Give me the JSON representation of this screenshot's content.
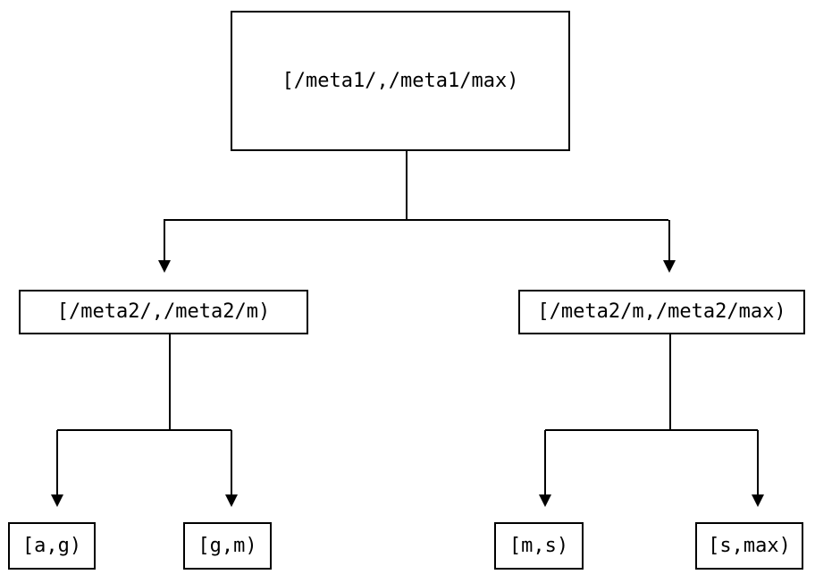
{
  "diagram": {
    "type": "tree",
    "title": "",
    "orientation": "top-down",
    "colors": {
      "background": "#ffffff",
      "stroke": "#000000",
      "node_fill": "#ffffff",
      "text": "#000000"
    },
    "nodes": {
      "root": {
        "id": "root",
        "label": "[/meta1/,/meta1/max)",
        "level": 0
      },
      "mid_left": {
        "id": "mid-left",
        "label": "[/meta2/,/meta2/m)",
        "level": 1
      },
      "mid_right": {
        "id": "mid-right",
        "label": "[/meta2/m,/meta2/max)",
        "level": 1
      },
      "leaf_1": {
        "id": "leaf-a-g",
        "label": "[a,g)",
        "level": 2
      },
      "leaf_2": {
        "id": "leaf-g-m",
        "label": "[g,m)",
        "level": 2
      },
      "leaf_3": {
        "id": "leaf-m-s",
        "label": "[m,s)",
        "level": 2
      },
      "leaf_4": {
        "id": "leaf-s-max",
        "label": "[s,max)",
        "level": 2
      }
    },
    "edges": [
      {
        "from": "root",
        "to": "mid_left",
        "arrow": "triangle-down"
      },
      {
        "from": "root",
        "to": "mid_right",
        "arrow": "triangle-down"
      },
      {
        "from": "mid_left",
        "to": "leaf_1",
        "arrow": "triangle-down"
      },
      {
        "from": "mid_left",
        "to": "leaf_2",
        "arrow": "triangle-down"
      },
      {
        "from": "mid_right",
        "to": "leaf_3",
        "arrow": "triangle-down"
      },
      {
        "from": "mid_right",
        "to": "leaf_4",
        "arrow": "triangle-down"
      }
    ]
  }
}
